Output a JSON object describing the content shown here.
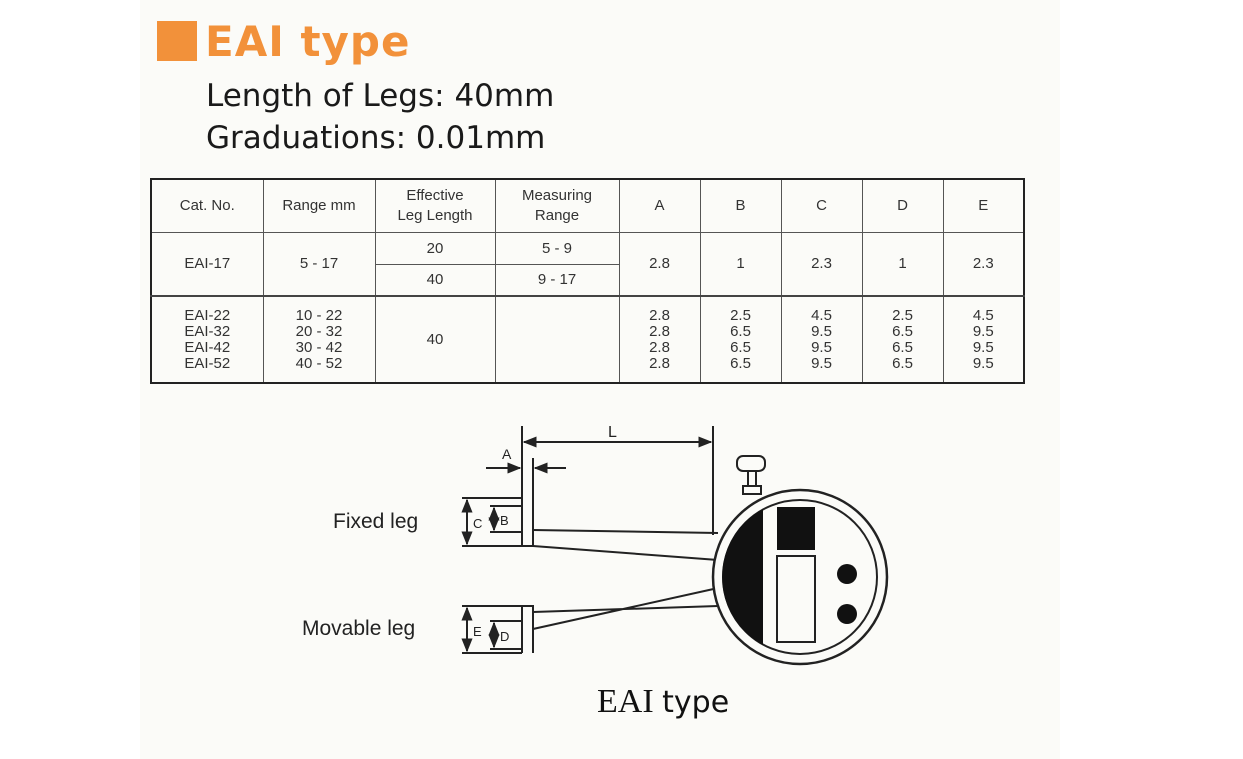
{
  "heading": {
    "title": "EAI type",
    "accent_color": "#f2913a"
  },
  "specs": {
    "legs": "Length of Legs: 40mm",
    "graduations": "Graduations: 0.01mm"
  },
  "table": {
    "headers": {
      "cat_no": "Cat. No.",
      "range": "Range mm",
      "effective_line1": "Effective",
      "effective_line2": "Leg Length",
      "measuring_line1": "Measuring",
      "measuring_line2": "Range",
      "a": "A",
      "b": "B",
      "c": "C",
      "d": "D",
      "e": "E"
    },
    "row1": {
      "cat": "EAI-17",
      "range": "5 -  17",
      "leg1": "20",
      "leg2": "40",
      "meas1": "5 -   9",
      "meas2": "9 -  17",
      "a": "2.8",
      "b": "1",
      "c": "2.3",
      "d": "1",
      "e": "2.3"
    },
    "group": {
      "cats": [
        "EAI-22",
        "EAI-32",
        "EAI-42",
        "EAI-52"
      ],
      "ranges": [
        "10 -  22",
        "20 -  32",
        "30 -  42",
        "40 -  52"
      ],
      "leg": "40",
      "a": [
        "2.8",
        "2.8",
        "2.8",
        "2.8"
      ],
      "b": [
        "2.5",
        "6.5",
        "6.5",
        "6.5"
      ],
      "c": [
        "4.5",
        "9.5",
        "9.5",
        "9.5"
      ],
      "d": [
        "2.5",
        "6.5",
        "6.5",
        "6.5"
      ],
      "e": [
        "4.5",
        "9.5",
        "9.5",
        "9.5"
      ]
    }
  },
  "diagram": {
    "label_fixed": "Fixed leg",
    "label_movable": "Movable leg",
    "dim_l": "L",
    "dim_a": "A",
    "dim_b": "B",
    "dim_c": "C",
    "dim_d": "D",
    "dim_e": "E",
    "caption_1": "EAI",
    "caption_2": "type"
  }
}
